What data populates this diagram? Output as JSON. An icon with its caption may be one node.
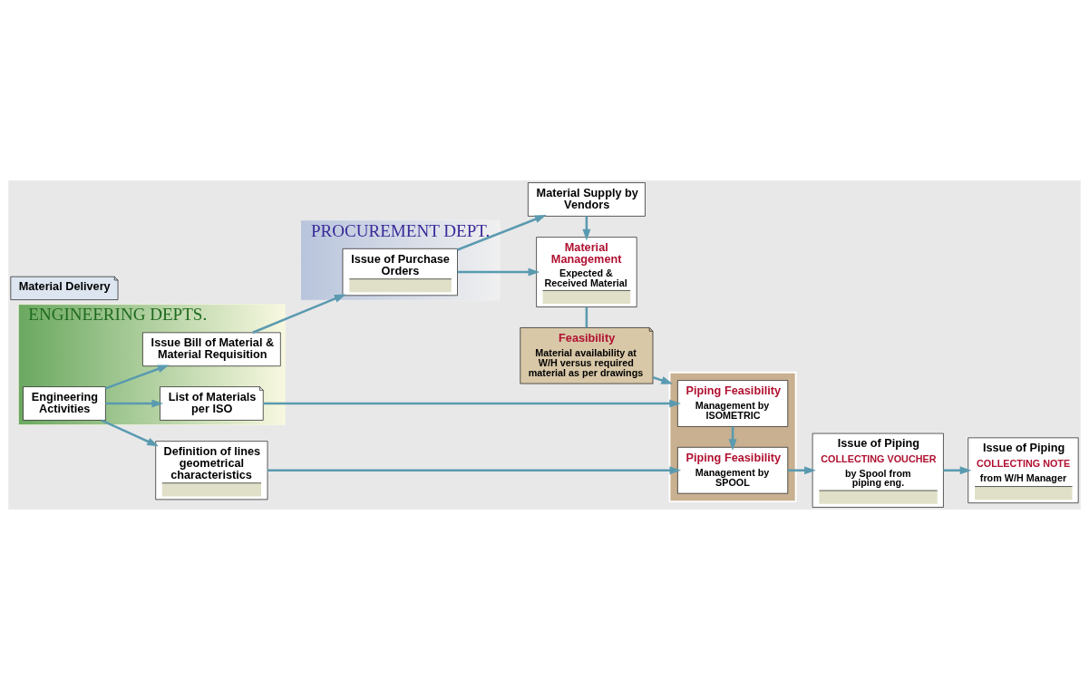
{
  "diagram": {
    "nodes": [
      {
        "text": [
          "ENGINEERING DEPTS."
        ]
      },
      {
        "text": [
          "Engineering Activities"
        ],
        "in": 0
      },
      {
        "text": [
          "Issue Bill of Material & Material Requisition"
        ],
        "in": 0
      },
      {
        "text": [
          "List of Materials per ISO"
        ],
        "in": 0
      },
      {
        "text": [
          "PROCUREMENT DEPT."
        ]
      },
      {
        "text": [
          "Issue of Purchase Orders"
        ],
        "in": 4
      },
      {
        "text": [
          "Material Supply by Vendors"
        ]
      },
      {
        "text": [
          "Material Delivery"
        ]
      },
      {
        "text": [
          "Material Management",
          "Expected & Received Material"
        ]
      },
      {
        "text": [
          "Feasibility",
          "Material availability at W/H versus required material as per drawings"
        ]
      },
      {
        "text": [
          "Definition of lines geometrical characteristics"
        ]
      },
      {
        "text": [],
        "shape": "box"
      },
      {
        "text": [
          "Piping Feasibility",
          "Management by ISOMETRIC"
        ],
        "in": 11
      },
      {
        "text": [
          "Piping Feasibility",
          "Management by SPOOL"
        ],
        "in": 11
      },
      {
        "text": [
          "Issue of Piping",
          "COLLECTING VOUCHER",
          "by Spool from piping eng."
        ]
      },
      {
        "text": [
          "Issue of Piping",
          "COLLECTING NOTE",
          "from W/H Manager"
        ]
      }
    ],
    "edges": [
      {
        "from": 1,
        "to": 2,
        "arrow": "to"
      },
      {
        "from": 1,
        "to": 3,
        "arrow": "to"
      },
      {
        "from": 1,
        "to": 10,
        "arrow": "to"
      },
      {
        "from": 2,
        "to": 5,
        "arrow": "to"
      },
      {
        "from": 5,
        "to": 6,
        "arrow": "to"
      },
      {
        "from": 5,
        "to": 8,
        "arrow": "to"
      },
      {
        "from": 6,
        "to": 8,
        "arrow": "to"
      },
      {
        "from": 8,
        "to": 9,
        "arrow": "none"
      },
      {
        "from": 9,
        "to": 11,
        "arrow": "to"
      },
      {
        "from": 3,
        "to": 12,
        "arrow": "to"
      },
      {
        "from": 10,
        "to": 13,
        "arrow": "to"
      },
      {
        "from": 12,
        "to": 13,
        "arrow": "to"
      },
      {
        "from": 13,
        "to": 14,
        "arrow": "to"
      },
      {
        "from": 14,
        "to": 15,
        "arrow": "to"
      }
    ]
  }
}
